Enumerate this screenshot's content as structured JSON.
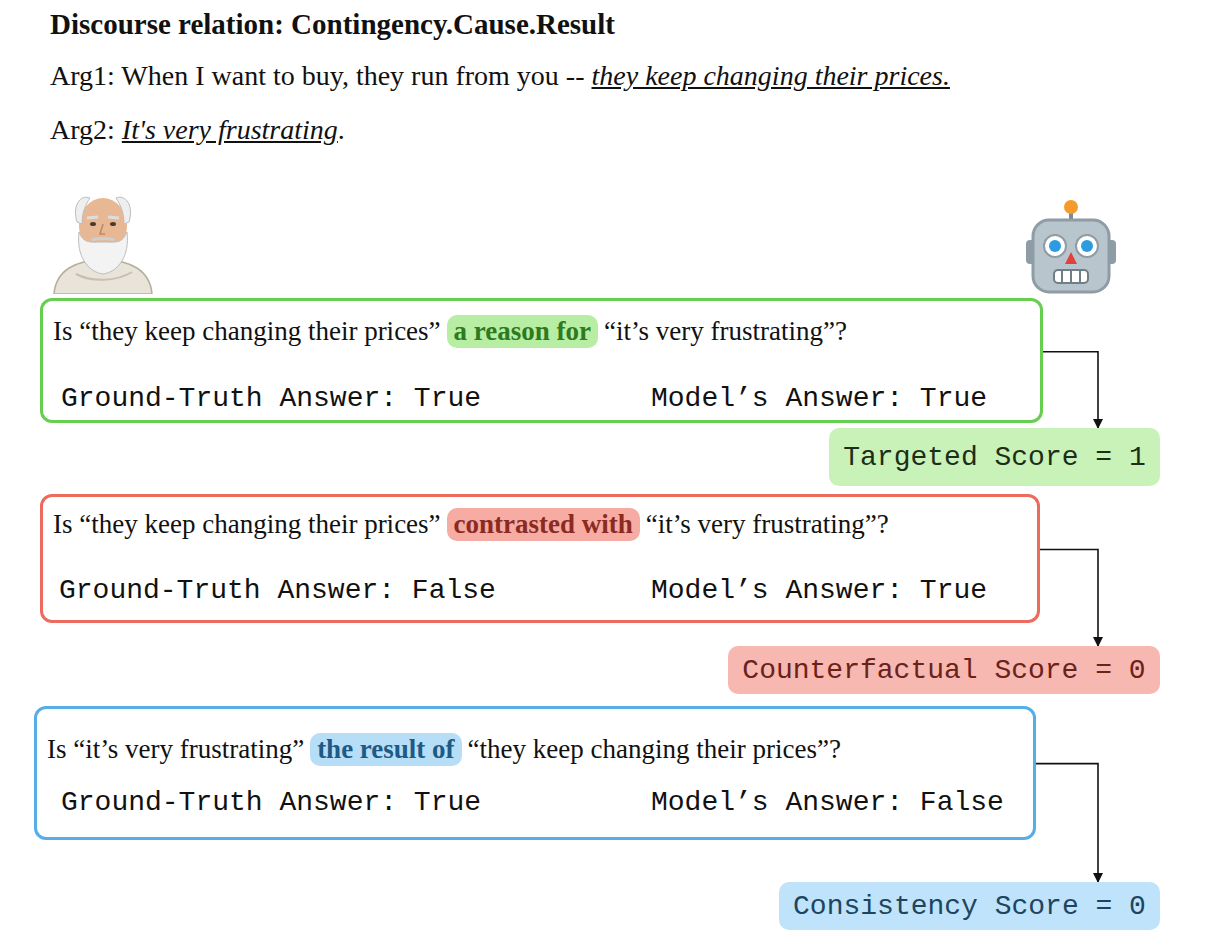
{
  "diagram": {
    "title": "Discourse relation: Contingency.Cause.Result",
    "nodes": [
      {
        "text": [
          "Is “they keep changing their prices”",
          "a reason for",
          "“it’s very frustrating”?",
          "Ground-Truth Answer: True",
          "Model’s Answer: True"
        ]
      },
      {
        "text": [
          "Targeted Score = 1"
        ]
      },
      {
        "text": [
          "Is “they keep changing their prices”",
          "contrasted with",
          "“it’s very frustrating”?",
          "Ground-Truth Answer: False",
          "Model’s Answer: True"
        ]
      },
      {
        "text": [
          "Counterfactual Score = 0"
        ]
      },
      {
        "text": [
          "Is “it’s very frustrating”",
          "the result of",
          "“they keep changing their prices”?",
          "Ground-Truth Answer: True",
          "Model’s Answer: False"
        ]
      },
      {
        "text": [
          "Consistency Score = 0"
        ]
      }
    ],
    "edges": [
      {
        "from": 0,
        "to": 1,
        "arrow": "to"
      },
      {
        "from": 2,
        "to": 3,
        "arrow": "to"
      },
      {
        "from": 4,
        "to": 5,
        "arrow": "to"
      }
    ],
    "labels": [
      "Arg1: When I want to buy, they run from you --",
      "they keep changing their prices.",
      "Arg2:",
      "It's very frustrating",
      "."
    ]
  }
}
